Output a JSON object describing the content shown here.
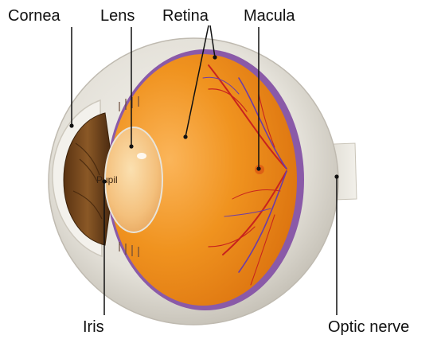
{
  "labels": {
    "cornea": "Cornea",
    "lens": "Lens",
    "retina": "Retina",
    "macula": "Macula",
    "pupil": "Pupil",
    "iris": "Iris",
    "optic_nerve": "Optic nerve"
  },
  "colors": {
    "retina_orange": "#ec8a1a",
    "retina_light": "#f6b04a",
    "sclera": "#e6e3dc",
    "iris_brown": "#7a4a1f",
    "vessel_red": "#c8231e",
    "vessel_purple": "#6b3ba8",
    "choroid_purple": "#8a5aa8",
    "label_text": "#111111"
  }
}
